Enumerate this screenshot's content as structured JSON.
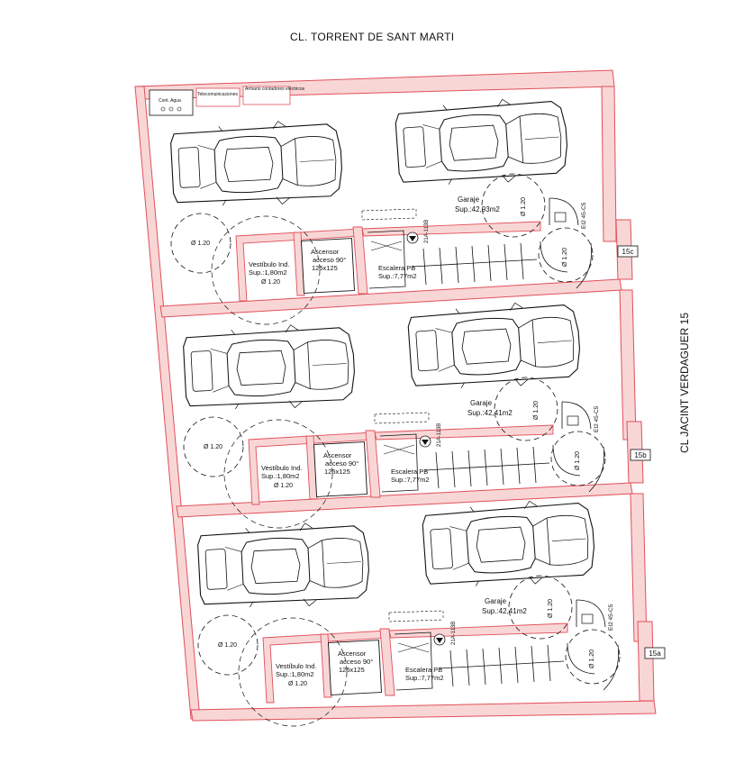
{
  "streets": {
    "top": "CL. TORRENT DE SANT MARTI",
    "right": "CL JACINT VERDAGUER 15"
  },
  "utilities": {
    "water": "Cont. Agua",
    "telecom": "Telecomunicaciones",
    "meters": "Armario contadores eléctricos"
  },
  "units": [
    {
      "id": "15c",
      "garage": {
        "name": "Garaje",
        "area": "Sup.:42,93m2"
      },
      "vestibule": {
        "name": "Vestíbulo Ind.",
        "area": "Sup.:1,80m2",
        "diameter": "Ø 1.20"
      },
      "elevator": {
        "name": "Ascensor",
        "access": "acceso 90°",
        "size": "125x125"
      },
      "stair": {
        "name": "Escalera PB",
        "area": "Sup.:7,77m2"
      },
      "extinguisher": "21A-113B",
      "fire_door": "EI2 45-C5",
      "turn_circles": [
        "Ø 1.20",
        "Ø 1.20",
        "Ø 1.20"
      ]
    },
    {
      "id": "15b",
      "garage": {
        "name": "Garaje",
        "area": "Sup.:42,41m2"
      },
      "vestibule": {
        "name": "Vestíbulo Ind.",
        "area": "Sup.:1,80m2",
        "diameter": "Ø 1.20"
      },
      "elevator": {
        "name": "Ascensor",
        "access": "acceso 90°",
        "size": "125x125"
      },
      "stair": {
        "name": "Escalera PB",
        "area": "Sup.:7,77m2"
      },
      "extinguisher": "21A-113B",
      "fire_door": "EI2 45-C5",
      "turn_circles": [
        "Ø 1.20",
        "Ø 1.20",
        "Ø 1.20"
      ]
    },
    {
      "id": "15a",
      "garage": {
        "name": "Garaje",
        "area": "Sup.:42,41m2"
      },
      "vestibule": {
        "name": "Vestíbulo Ind.",
        "area": "Sup.:1,80m2",
        "diameter": "Ø 1.20"
      },
      "elevator": {
        "name": "Ascensor",
        "access": "acceso 90°",
        "size": "125x125"
      },
      "stair": {
        "name": "Escalera PB",
        "area": "Sup.:7,77m2"
      },
      "extinguisher": "21A-113B",
      "fire_door": "EI2 45-C5",
      "turn_circles": [
        "Ø 1.20",
        "Ø 1.20",
        "Ø 1.20"
      ]
    }
  ],
  "colors": {
    "wall_fill": "#f9d6d6",
    "wall_stroke": "#e0505a",
    "line": "#111111"
  }
}
